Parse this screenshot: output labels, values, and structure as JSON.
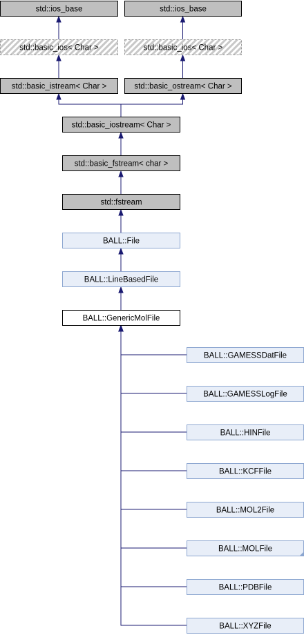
{
  "diagram": {
    "nodes": [
      {
        "id": "ios_base_1",
        "label": "std::ios_base",
        "style": "gray"
      },
      {
        "id": "ios_base_2",
        "label": "std::ios_base",
        "style": "gray"
      },
      {
        "id": "basic_ios_1",
        "label": "std::basic_ios< Char >",
        "style": "hatched"
      },
      {
        "id": "basic_ios_2",
        "label": "std::basic_ios< Char >",
        "style": "hatched"
      },
      {
        "id": "basic_istream",
        "label": "std::basic_istream< Char >",
        "style": "gray"
      },
      {
        "id": "basic_ostream",
        "label": "std::basic_ostream< Char >",
        "style": "gray"
      },
      {
        "id": "basic_iostream",
        "label": "std::basic_iostream< Char >",
        "style": "gray"
      },
      {
        "id": "basic_fstream",
        "label": "std::basic_fstream< char >",
        "style": "gray"
      },
      {
        "id": "fstream",
        "label": "std::fstream",
        "style": "gray"
      },
      {
        "id": "file",
        "label": "BALL::File",
        "style": "blue"
      },
      {
        "id": "line_based_file",
        "label": "BALL::LineBasedFile",
        "style": "blue"
      },
      {
        "id": "generic_mol_file",
        "label": "BALL::GenericMolFile",
        "style": "white"
      },
      {
        "id": "gamess_dat",
        "label": "BALL::GAMESSDatFile",
        "style": "blue"
      },
      {
        "id": "gamess_log",
        "label": "BALL::GAMESSLogFile",
        "style": "blue"
      },
      {
        "id": "hin",
        "label": "BALL::HINFile",
        "style": "blue"
      },
      {
        "id": "kcf",
        "label": "BALL::KCFFile",
        "style": "blue"
      },
      {
        "id": "mol2",
        "label": "BALL::MOL2File",
        "style": "blue"
      },
      {
        "id": "mol",
        "label": "BALL::MOLFile",
        "style": "blue",
        "folded": true
      },
      {
        "id": "pdb",
        "label": "BALL::PDBFile",
        "style": "blue"
      },
      {
        "id": "xyz",
        "label": "BALL::XYZFile",
        "style": "blue"
      }
    ],
    "edges": [
      {
        "from": "basic_ios_1",
        "to": "ios_base_1"
      },
      {
        "from": "basic_ios_2",
        "to": "ios_base_2"
      },
      {
        "from": "basic_istream",
        "to": "basic_ios_1"
      },
      {
        "from": "basic_ostream",
        "to": "basic_ios_2"
      },
      {
        "from": "basic_iostream",
        "to": "basic_istream"
      },
      {
        "from": "basic_iostream",
        "to": "basic_ostream"
      },
      {
        "from": "basic_fstream",
        "to": "basic_iostream"
      },
      {
        "from": "fstream",
        "to": "basic_fstream"
      },
      {
        "from": "file",
        "to": "fstream"
      },
      {
        "from": "line_based_file",
        "to": "file"
      },
      {
        "from": "generic_mol_file",
        "to": "line_based_file"
      },
      {
        "from": "gamess_dat",
        "to": "generic_mol_file"
      },
      {
        "from": "gamess_log",
        "to": "generic_mol_file"
      },
      {
        "from": "hin",
        "to": "generic_mol_file"
      },
      {
        "from": "kcf",
        "to": "generic_mol_file"
      },
      {
        "from": "mol2",
        "to": "generic_mol_file"
      },
      {
        "from": "mol",
        "to": "generic_mol_file"
      },
      {
        "from": "pdb",
        "to": "generic_mol_file"
      },
      {
        "from": "xyz",
        "to": "generic_mol_file"
      }
    ],
    "colors": {
      "gray_fill": "#bfbfbf",
      "blue_fill": "#e8eef8",
      "blue_stroke": "#8ca6d0",
      "white_fill": "#ffffff",
      "border": "#000000",
      "edge": "#191970"
    }
  }
}
